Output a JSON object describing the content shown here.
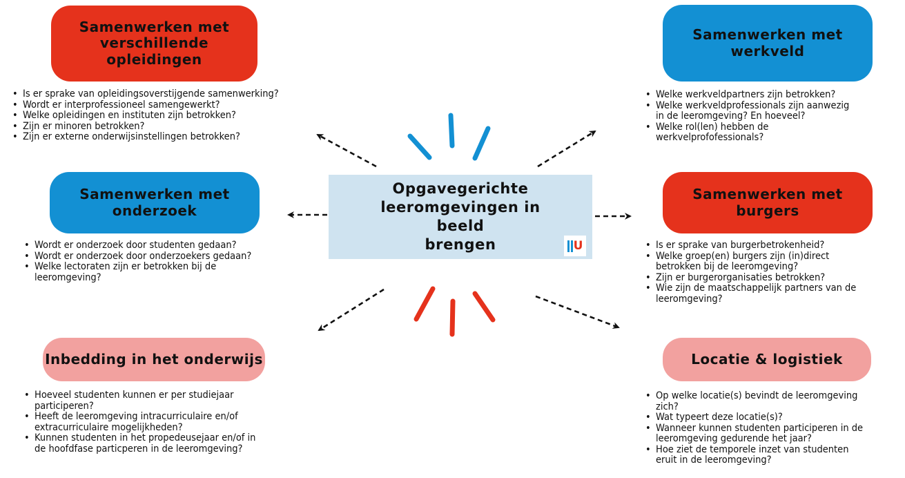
{
  "center": {
    "title_lines": [
      "Opgavegerichte",
      "leeromgevingen in beeld",
      "brengen"
    ],
    "logo": {
      "bars": "||",
      "letter": "U"
    }
  },
  "opleidingen": {
    "title_lines": [
      "Samenwerken met",
      "verschillende",
      "opleidingen"
    ],
    "questions": [
      "Is er sprake van opleidingsoverstijgende samenwerking?",
      "Wordt er interprofessioneel samengewerkt?",
      "Welke opleidingen en instituten zijn betrokken?",
      "Zijn er minoren betrokken?",
      "Zijn er externe onderwijsinstellingen betrokken?"
    ]
  },
  "werkveld": {
    "title_lines": [
      "Samenwerken met",
      "werkveld"
    ],
    "questions": [
      [
        "Welke werkveldpartners zijn betrokken?"
      ],
      [
        "Welke werkveldprofessionals zijn aanwezig",
        "in de leeromgeving? En hoeveel?"
      ],
      [
        "Welke rol(len) hebben de",
        "werkvelprofofessionals?"
      ]
    ]
  },
  "onderzoek": {
    "title_lines": [
      "Samenwerken met",
      "onderzoek"
    ],
    "questions": [
      [
        "Wordt er onderzoek door studenten gedaan?"
      ],
      [
        "Wordt er onderzoek door onderzoekers gedaan?"
      ],
      [
        "Welke lectoraten zijn er betrokken bij de",
        "leeromgeving?"
      ]
    ]
  },
  "burgers": {
    "title_lines": [
      "Samenwerken met",
      "burgers"
    ],
    "questions": [
      [
        "Is er sprake van burgerbetrokenheid?"
      ],
      [
        "Welke groep(en) burgers zijn (in)direct",
        "betrokken bij de leeromgeving?"
      ],
      [
        "Zijn er burgerorganisaties betrokken?"
      ],
      [
        "Wie zijn de maatschappelijk partners van de",
        "leeromgeving?"
      ]
    ]
  },
  "onderwijs": {
    "title": "Inbedding in het onderwijs",
    "questions": [
      [
        "Hoeveel studenten kunnen er per studiejaar",
        "participeren?"
      ],
      [
        "Heeft de leeromgeving intracurriculaire en/of",
        "extracurriculaire mogelijkheden?"
      ],
      [
        "Kunnen studenten in het propedeusejaar en/of in",
        "de hoofdfase particperen in de leeromgeving?"
      ]
    ]
  },
  "locatie": {
    "title": "Locatie & logistiek",
    "questions": [
      [
        "Op welke locatie(s) bevindt de leeromgeving",
        "zich?"
      ],
      [
        "Wat typeert deze locatie(s)?"
      ],
      [
        "Wanneer kunnen studenten participeren in de",
        "leeromgeving gedurende het jaar?"
      ],
      [
        "Hoe ziet de temporele inzet van studenten",
        "eruit in de leeromgeving?"
      ]
    ]
  },
  "colors": {
    "red": "#e5321c",
    "blue": "#1390d3",
    "pink": "#f2a19f",
    "center_bg": "#cfe3f0"
  }
}
